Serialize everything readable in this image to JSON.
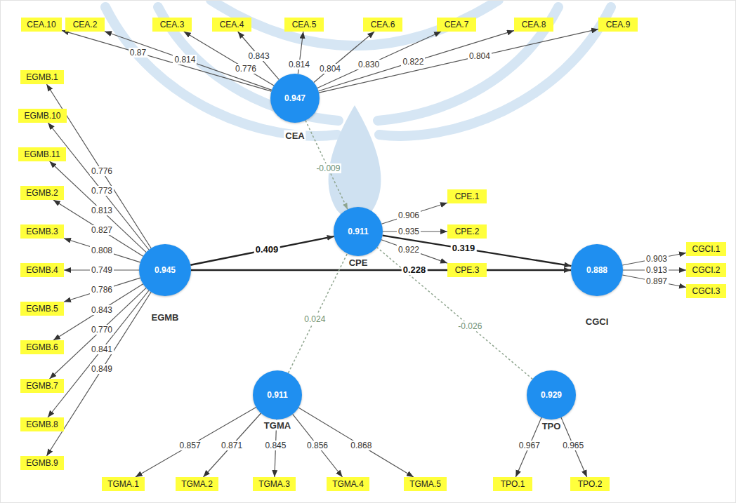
{
  "diagram": {
    "nodes": [
      {
        "text": [
          "CEA.10"
        ]
      },
      {
        "text": [
          "CEA.2"
        ]
      },
      {
        "text": [
          "CEA.3"
        ]
      },
      {
        "text": [
          "CEA.4"
        ]
      },
      {
        "text": [
          "CEA.5"
        ]
      },
      {
        "text": [
          "CEA.6"
        ]
      },
      {
        "text": [
          "CEA.7"
        ]
      },
      {
        "text": [
          "CEA.8"
        ]
      },
      {
        "text": [
          "CEA.9"
        ]
      },
      {
        "text": [
          "EGMB.1"
        ]
      },
      {
        "text": [
          "EGMB.10"
        ]
      },
      {
        "text": [
          "EGMB.11"
        ]
      },
      {
        "text": [
          "EGMB.2"
        ]
      },
      {
        "text": [
          "EGMB.3"
        ]
      },
      {
        "text": [
          "EGMB.4"
        ]
      },
      {
        "text": [
          "EGMB.5"
        ]
      },
      {
        "text": [
          "EGMB.6"
        ]
      },
      {
        "text": [
          "EGMB.7"
        ]
      },
      {
        "text": [
          "EGMB.8"
        ]
      },
      {
        "text": [
          "EGMB.9"
        ]
      },
      {
        "text": [
          "0.947",
          "CEA"
        ]
      },
      {
        "text": [
          "0.945",
          "EGMB"
        ]
      },
      {
        "text": [
          "0.911",
          "CPE"
        ]
      },
      {
        "text": [
          "0.888",
          "CGCI"
        ]
      },
      {
        "text": [
          "0.911",
          "TGMA"
        ]
      },
      {
        "text": [
          "0.929",
          "TPO"
        ]
      },
      {
        "text": [
          "CPE.1"
        ]
      },
      {
        "text": [
          "CPE.2"
        ]
      },
      {
        "text": [
          "CPE.3"
        ]
      },
      {
        "text": [
          "CGCI.1"
        ]
      },
      {
        "text": [
          "CGCI.2"
        ]
      },
      {
        "text": [
          "CGCI.3"
        ]
      },
      {
        "text": [
          "TGMA.1"
        ]
      },
      {
        "text": [
          "TGMA.2"
        ]
      },
      {
        "text": [
          "TGMA.3"
        ]
      },
      {
        "text": [
          "TGMA.4"
        ]
      },
      {
        "text": [
          "TGMA.5"
        ]
      },
      {
        "text": [
          "TPO.1"
        ]
      },
      {
        "text": [
          "TPO.2"
        ]
      }
    ],
    "edges": [
      {
        "from": 20,
        "to": 0,
        "arrow": "to",
        "label": "0.87"
      },
      {
        "from": 20,
        "to": 1,
        "arrow": "to",
        "label": "0.814"
      },
      {
        "from": 20,
        "to": 2,
        "arrow": "to",
        "label": "0.776"
      },
      {
        "from": 20,
        "to": 3,
        "arrow": "to",
        "label": "0.843"
      },
      {
        "from": 20,
        "to": 4,
        "arrow": "to",
        "label": "0.814"
      },
      {
        "from": 20,
        "to": 5,
        "arrow": "to",
        "label": "0.804"
      },
      {
        "from": 20,
        "to": 6,
        "arrow": "to",
        "label": "0.830"
      },
      {
        "from": 20,
        "to": 7,
        "arrow": "to",
        "label": "0.822"
      },
      {
        "from": 20,
        "to": 8,
        "arrow": "to",
        "label": "0.804"
      },
      {
        "from": 21,
        "to": 9,
        "arrow": "to",
        "label": "0.776"
      },
      {
        "from": 21,
        "to": 10,
        "arrow": "to",
        "label": "0.773"
      },
      {
        "from": 21,
        "to": 11,
        "arrow": "to",
        "label": "0.813"
      },
      {
        "from": 21,
        "to": 12,
        "arrow": "to",
        "label": "0.827"
      },
      {
        "from": 21,
        "to": 13,
        "arrow": "to",
        "label": "0.808"
      },
      {
        "from": 21,
        "to": 14,
        "arrow": "to",
        "label": "0.749"
      },
      {
        "from": 21,
        "to": 15,
        "arrow": "to",
        "label": "0.786"
      },
      {
        "from": 21,
        "to": 16,
        "arrow": "to",
        "label": "0.843"
      },
      {
        "from": 21,
        "to": 17,
        "arrow": "to",
        "label": "0.770"
      },
      {
        "from": 21,
        "to": 18,
        "arrow": "to",
        "label": "0.841"
      },
      {
        "from": 21,
        "to": 19,
        "arrow": "to",
        "label": "0.849"
      },
      {
        "from": 21,
        "to": 22,
        "arrow": "to",
        "label": "0.409"
      },
      {
        "from": 22,
        "to": 23,
        "arrow": "to",
        "label": "0.319"
      },
      {
        "from": 21,
        "to": 23,
        "arrow": "to",
        "label": "0.228"
      },
      {
        "from": 20,
        "to": 22,
        "arrow": "to",
        "label": "-0.009"
      },
      {
        "from": 24,
        "to": 22,
        "arrow": "none",
        "label": "0.024"
      },
      {
        "from": 25,
        "to": 22,
        "arrow": "none",
        "label": "-0.026"
      },
      {
        "from": 22,
        "to": 26,
        "arrow": "to",
        "label": "0.906"
      },
      {
        "from": 22,
        "to": 27,
        "arrow": "to",
        "label": "0.935"
      },
      {
        "from": 22,
        "to": 28,
        "arrow": "to",
        "label": "0.922"
      },
      {
        "from": 23,
        "to": 29,
        "arrow": "to",
        "label": "0.903"
      },
      {
        "from": 23,
        "to": 30,
        "arrow": "to",
        "label": "0.913"
      },
      {
        "from": 23,
        "to": 31,
        "arrow": "to",
        "label": "0.897"
      },
      {
        "from": 24,
        "to": 32,
        "arrow": "to",
        "label": "0.857"
      },
      {
        "from": 24,
        "to": 33,
        "arrow": "to",
        "label": "0.871"
      },
      {
        "from": 24,
        "to": 34,
        "arrow": "to",
        "label": "0.845"
      },
      {
        "from": 24,
        "to": 35,
        "arrow": "to",
        "label": "0.856"
      },
      {
        "from": 24,
        "to": 36,
        "arrow": "to",
        "label": "0.868"
      },
      {
        "from": 25,
        "to": 37,
        "arrow": "to",
        "label": "0.967"
      },
      {
        "from": 25,
        "to": 38,
        "arrow": "to",
        "label": "0.965"
      }
    ]
  }
}
